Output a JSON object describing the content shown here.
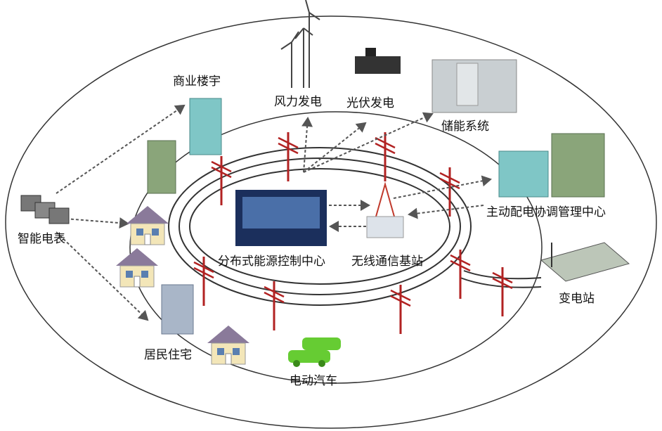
{
  "labels": {
    "commercial": "商业楼宇",
    "wind": "风力发电",
    "solar": "光伏发电",
    "storage": "储能系统",
    "smart_meter": "智能电表",
    "management_center": "主动配电协调管理中心",
    "control_center": "分布式能源控制中心",
    "base_station": "无线通信基站",
    "substation": "变电站",
    "residential": "居民住宅",
    "ev": "电动汽车"
  },
  "colors": {
    "ring": "#333333",
    "pole": "#b22222",
    "arrow": "#555555",
    "car": "#66cc33",
    "building": "#7fc6c6"
  }
}
